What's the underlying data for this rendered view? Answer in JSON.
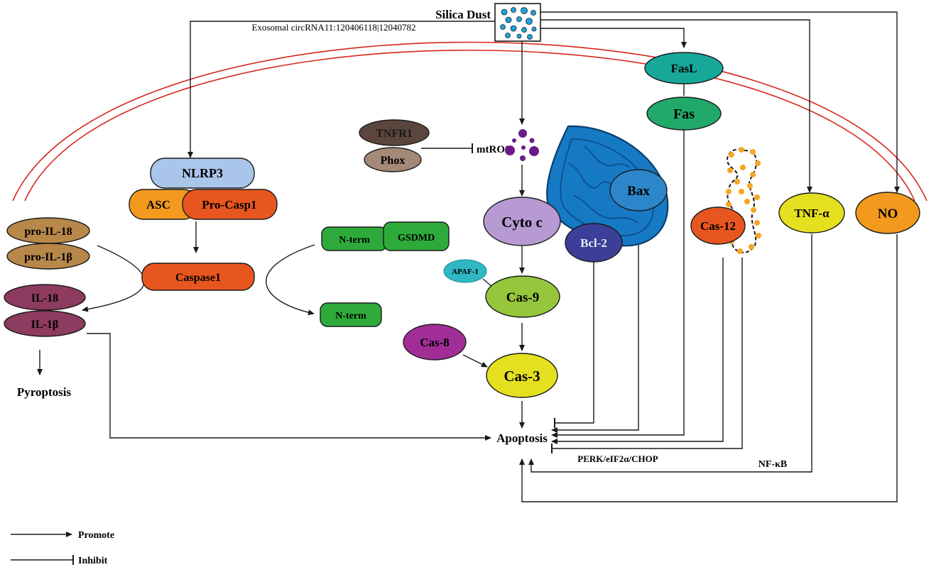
{
  "colors": {
    "membrane": "#d7261f",
    "dust_particle": "#1aa3e0",
    "fas": "#21a96a",
    "fasl": "#17a89a",
    "nlrp3": "#a9c6ea",
    "asc": "#f39a1e",
    "pro_casp1": "#e8561f",
    "caspase1": "#e8561f",
    "gsdmd": "#2daa3a",
    "pro_il": "#b8874a",
    "il": "#8d3b5f",
    "tnfr1": "#5a463c",
    "phox": "#a48878",
    "mtros": "#6a1b8a",
    "cyto_c": "#b79ad2",
    "cas9": "#96c63c",
    "apaf1": "#2fb8c4",
    "cas8": "#a12e96",
    "cas3": "#e4e01f",
    "mitochondrion": "#1679c4",
    "bax": "#2d86c9",
    "bcl2": "#3b3f98",
    "cas12": "#e8561f",
    "er_beads": "#f5a623",
    "tnf_alpha": "#e4e01f",
    "no": "#f39a1e"
  },
  "labels": {
    "silica_dust": "Silica Dust",
    "exosomal": "Exosomal circRNA11:120406118|12040782",
    "fasl": "FasL",
    "fas": "Fas",
    "tnfr1": "TNFR1",
    "phox": "Phox",
    "mtros": "mtROS",
    "nlrp3": "NLRP3",
    "asc": "ASC",
    "pro_casp1": "Pro-Casp1",
    "caspase1": "Caspase1",
    "n_term": "N-term",
    "gsdmd": "GSDMD",
    "n_term_cleaved": "N-term",
    "pro_il18": "pro-IL-18",
    "pro_il1b": "pro-IL-1β",
    "il18": "IL-18",
    "il1b": "IL-1β",
    "pyroptosis": "Pyroptosis",
    "cyto_c": "Cyto c",
    "bax": "Bax",
    "bcl2": "Bcl-2",
    "apaf1": "APAF-1",
    "cas9": "Cas-9",
    "cas8": "Cas-8",
    "cas3": "Cas-3",
    "cas12": "Cas-12",
    "tnf_alpha": "TNF-α",
    "no": "NO",
    "apoptosis": "Apoptosis",
    "perk": "PERK/eIF2α/CHOP",
    "nfkb": "NF-κB"
  },
  "legend": {
    "promote": "Promote",
    "inhibit": "Inhibit"
  }
}
